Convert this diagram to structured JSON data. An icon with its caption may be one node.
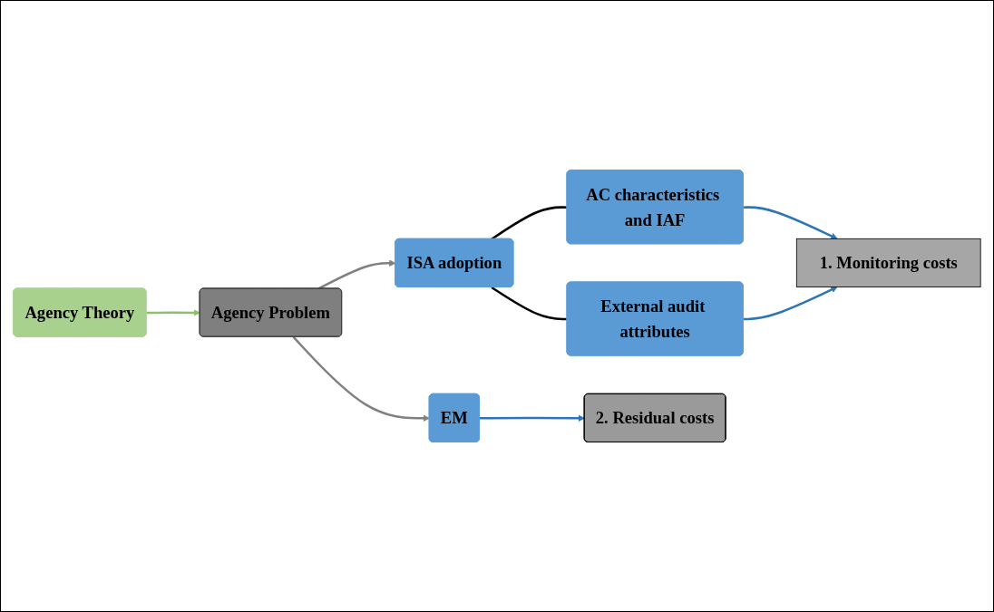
{
  "diagram": {
    "nodes": [
      {
        "text": [
          "Agency Theory"
        ]
      },
      {
        "text": [
          "Agency Problem"
        ]
      },
      {
        "text": [
          "ISA adoption"
        ]
      },
      {
        "text": [
          "AC characteristics and IAF"
        ]
      },
      {
        "text": [
          "External audit attributes"
        ]
      },
      {
        "text": [
          "1. Monitoring costs"
        ]
      },
      {
        "text": [
          "EM"
        ]
      },
      {
        "text": [
          "2. Residual costs"
        ]
      }
    ],
    "edges": [
      {
        "from": 0,
        "to": 1,
        "arrow": "to",
        "color": "#8fbf6a"
      },
      {
        "from": 1,
        "to": 2,
        "arrow": "to",
        "color": "#808080"
      },
      {
        "from": 2,
        "to": 3,
        "arrow": "none",
        "color": "#000000"
      },
      {
        "from": 2,
        "to": 4,
        "arrow": "none",
        "color": "#000000"
      },
      {
        "from": 3,
        "to": 5,
        "arrow": "to"
      },
      {
        "from": 4,
        "to": 5,
        "arrow": "to"
      },
      {
        "from": 1,
        "to": 6,
        "arrow": "to",
        "color": "#808080"
      },
      {
        "from": 6,
        "to": 7,
        "arrow": "to"
      }
    ]
  }
}
